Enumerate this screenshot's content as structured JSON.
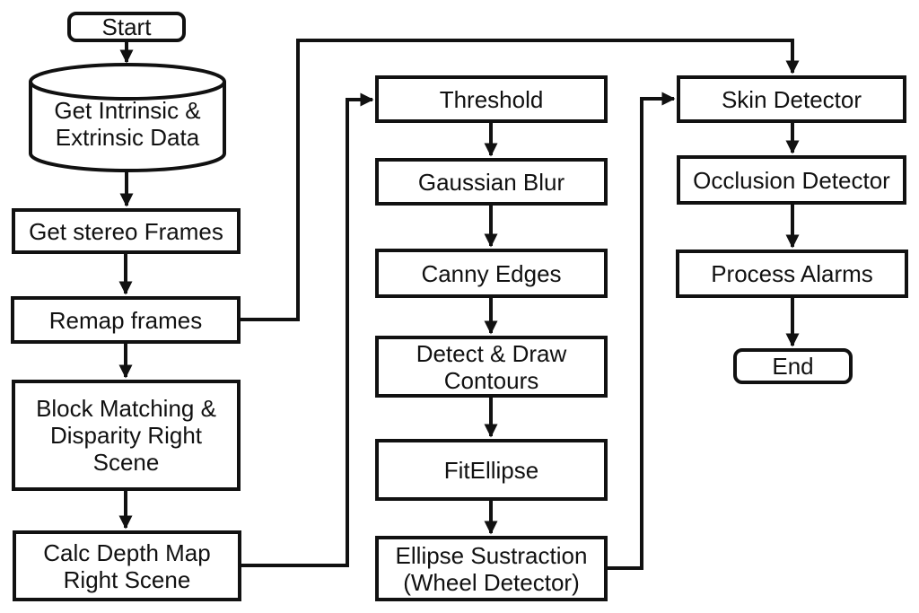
{
  "diagram": {
    "background_color": "#ffffff",
    "line_color": "#111111",
    "nodes": {
      "start": {
        "label": "Start",
        "shape": "terminator"
      },
      "intrinsic_data": {
        "label": "Get Intrinsic &\nExtrinsic Data",
        "shape": "cylinder"
      },
      "stereo_frames": {
        "label": "Get stereo Frames",
        "shape": "process"
      },
      "remap_frames": {
        "label": "Remap frames",
        "shape": "process"
      },
      "block_matching": {
        "label": "Block Matching &\nDisparity Right\nScene",
        "shape": "process"
      },
      "calc_depth": {
        "label": "Calc Depth Map\nRight Scene",
        "shape": "process"
      },
      "threshold": {
        "label": "Threshold",
        "shape": "process"
      },
      "gaussian_blur": {
        "label": "Gaussian Blur",
        "shape": "process"
      },
      "canny_edges": {
        "label": "Canny Edges",
        "shape": "process"
      },
      "contours": {
        "label": "Detect & Draw\nContours",
        "shape": "process"
      },
      "fitellipse": {
        "label": "FitEllipse",
        "shape": "process"
      },
      "ellipse_sustraction": {
        "label": "Ellipse Sustraction\n(Wheel Detector)",
        "shape": "process"
      },
      "skin_detector": {
        "label": "Skin Detector",
        "shape": "process"
      },
      "occlusion_detector": {
        "label": "Occlusion Detector",
        "shape": "process"
      },
      "process_alarms": {
        "label": "Process Alarms",
        "shape": "process"
      },
      "end": {
        "label": "End",
        "shape": "terminator"
      }
    },
    "edges": [
      {
        "from": "start",
        "to": "intrinsic_data"
      },
      {
        "from": "intrinsic_data",
        "to": "stereo_frames"
      },
      {
        "from": "stereo_frames",
        "to": "remap_frames"
      },
      {
        "from": "remap_frames",
        "to": "block_matching"
      },
      {
        "from": "block_matching",
        "to": "calc_depth"
      },
      {
        "from": "remap_frames",
        "to": "skin_detector"
      },
      {
        "from": "calc_depth",
        "to": "threshold"
      },
      {
        "from": "threshold",
        "to": "gaussian_blur"
      },
      {
        "from": "gaussian_blur",
        "to": "canny_edges"
      },
      {
        "from": "canny_edges",
        "to": "contours"
      },
      {
        "from": "contours",
        "to": "fitellipse"
      },
      {
        "from": "fitellipse",
        "to": "ellipse_sustraction"
      },
      {
        "from": "ellipse_sustraction",
        "to": "skin_detector"
      },
      {
        "from": "skin_detector",
        "to": "occlusion_detector"
      },
      {
        "from": "occlusion_detector",
        "to": "process_alarms"
      },
      {
        "from": "process_alarms",
        "to": "end"
      }
    ]
  }
}
